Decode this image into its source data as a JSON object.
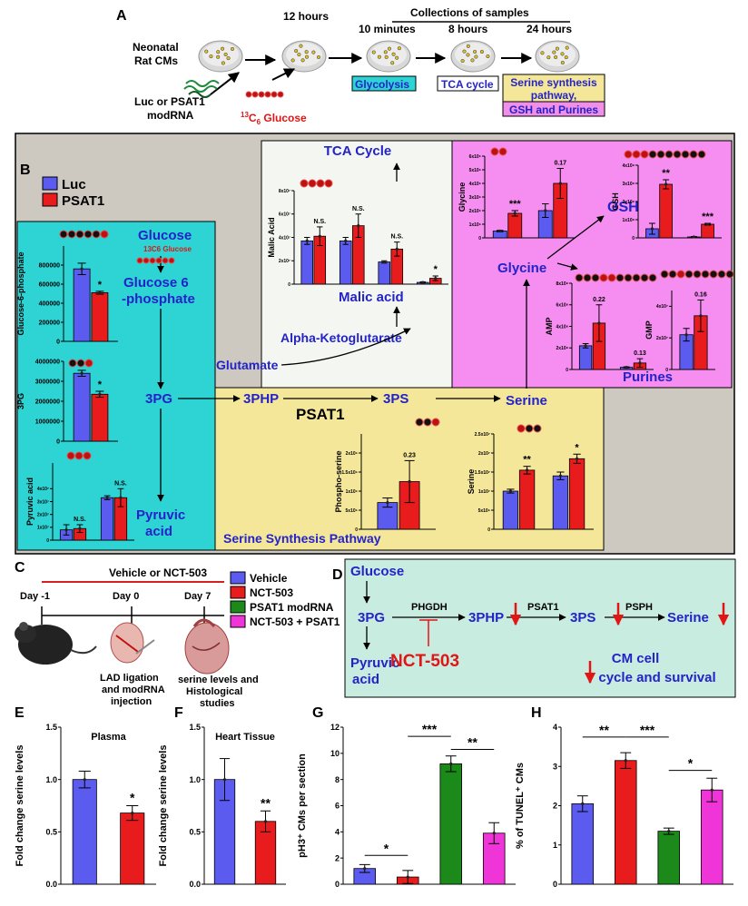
{
  "panelA": {
    "letter": "A",
    "cells": "Neonatal",
    "cells2": "Rat CMs",
    "mod1": "Luc or PSAT1",
    "mod2": "modRNA",
    "t12": "12 hours",
    "glucose": "Glucose",
    "glucose_sup": "13",
    "glucose_sub": "6",
    "glucose_c": "C",
    "collections": "Collections of samples",
    "t10": "10 minutes",
    "t8": "8 hours",
    "t24": "24 hours",
    "box_glycolysis": "Glycolysis",
    "box_tca": "TCA cycle",
    "box_serine1": "Serine synthesis",
    "box_serine2": "pathway,",
    "box_gsh": "GSH and Purines"
  },
  "panelB": {
    "letter": "B",
    "legend": [
      "Luc",
      "PSAT1"
    ],
    "colors": {
      "luc": "#5b5bf0",
      "psat1": "#e81c1c",
      "cyan": "#2ed3d3",
      "yellow": "#f5e79a",
      "pink": "#f58ef0",
      "white": "#f4f6f2",
      "gray": "#cdc8c0"
    },
    "labels": {
      "glucose": "Glucose",
      "c13glucose": "13C6 Glucose",
      "g6p1": "Glucose 6",
      "g6p2": "-phosphate",
      "pg3": "3PG",
      "pyruvic1": "Pyruvic",
      "pyruvic2": "acid",
      "glutamate": "Glutamate",
      "php": "3PHP",
      "psat1": "PSAT1",
      "ps": "3PS",
      "serine": "Serine",
      "ssp": "Serine Synthesis Pathway",
      "tca": "TCA Cycle",
      "malic": "Malic acid",
      "akg": "Alpha-Ketoglutarate",
      "gsh": "GSH",
      "glycine": "Glycine",
      "purines": "Purines"
    }
  },
  "chart_data": [
    {
      "id": "g6p",
      "type": "bar",
      "ylabel": "Glucose-6-phosphate",
      "ylim": [
        0,
        1000000
      ],
      "ticks": [
        "0",
        "200000",
        "400000",
        "600000",
        "800000"
      ],
      "tickvals": [
        0,
        200000,
        400000,
        600000,
        800000
      ],
      "series": [
        {
          "name": "Luc",
          "values": [
            760000
          ]
        },
        {
          "name": "PSAT1",
          "values": [
            510000
          ]
        }
      ],
      "err": [
        [
          60000
        ],
        [
          15000
        ]
      ],
      "annot": [
        "*"
      ]
    },
    {
      "id": "pg3",
      "type": "bar",
      "ylabel": "3PG",
      "ylim": [
        0,
        4000000
      ],
      "ticks": [
        "0",
        "1000000",
        "2000000",
        "3000000",
        "4000000"
      ],
      "tickvals": [
        0,
        1000000,
        2000000,
        3000000,
        4000000
      ],
      "series": [
        {
          "name": "Luc",
          "values": [
            3400000
          ]
        },
        {
          "name": "PSAT1",
          "values": [
            2350000
          ]
        }
      ],
      "err": [
        [
          150000
        ],
        [
          150000
        ]
      ],
      "annot": [
        "*"
      ]
    },
    {
      "id": "pyr",
      "type": "bar",
      "ylabel": "Pyruvic acid",
      "ylim": [
        0,
        6
      ],
      "ticks": [
        "0",
        "1x10⁷",
        "2x10⁷",
        "3x10⁷",
        "4x10⁷"
      ],
      "tickvals": [
        0,
        1,
        2,
        3,
        4
      ],
      "series": [
        {
          "name": "Luc",
          "values": [
            0.8,
            3.3
          ]
        },
        {
          "name": "PSAT1",
          "values": [
            0.9,
            3.3
          ]
        }
      ],
      "err": [
        [
          0.4,
          0.15
        ],
        [
          0.3,
          0.7
        ]
      ],
      "annot": [
        "N.S.",
        "N.S."
      ]
    },
    {
      "id": "malic",
      "type": "bar",
      "ylabel": "Malic Acid",
      "ylim": [
        0,
        8
      ],
      "ticks": [
        "0",
        "2x10⁷",
        "4x10⁷",
        "6x10⁷",
        "8x10⁷"
      ],
      "tickvals": [
        0,
        2,
        4,
        6,
        8
      ],
      "series": [
        {
          "name": "Luc",
          "values": [
            3.7,
            3.7,
            1.9,
            0.15
          ]
        },
        {
          "name": "PSAT1",
          "values": [
            4.1,
            5.0,
            3.0,
            0.5
          ]
        }
      ],
      "err": [
        [
          0.3,
          0.3,
          0.1,
          0.05
        ],
        [
          0.8,
          1.0,
          0.6,
          0.2
        ]
      ],
      "annot": [
        "N.S.",
        "N.S.",
        "N.S.",
        "*"
      ]
    },
    {
      "id": "glycine",
      "type": "bar",
      "ylabel": "Glycine",
      "ylim": [
        0,
        6
      ],
      "ticks": [
        "0",
        "1x10⁶",
        "2x10⁶",
        "3x10⁶",
        "4x10⁶",
        "5x10⁶",
        "6x10⁶"
      ],
      "tickvals": [
        0,
        1,
        2,
        3,
        4,
        5,
        6
      ],
      "series": [
        {
          "name": "Luc",
          "values": [
            0.5,
            2.0
          ]
        },
        {
          "name": "PSAT1",
          "values": [
            1.8,
            4.0
          ]
        }
      ],
      "err": [
        [
          0.05,
          0.5
        ],
        [
          0.2,
          1.1
        ]
      ],
      "annot": [
        "***",
        "0.17"
      ]
    },
    {
      "id": "gsh",
      "type": "bar",
      "ylabel": "GSH",
      "ylim": [
        0,
        4
      ],
      "ticks": [
        "0",
        "1x10⁸",
        "2x10⁸",
        "3x10⁸",
        "4x10⁸"
      ],
      "tickvals": [
        0,
        1,
        2,
        3,
        4
      ],
      "series": [
        {
          "name": "Luc",
          "values": [
            0.5,
            0.05
          ]
        },
        {
          "name": "PSAT1",
          "values": [
            2.95,
            0.75
          ]
        }
      ],
      "err": [
        [
          0.3,
          0.02
        ],
        [
          0.25,
          0.05
        ]
      ],
      "annot": [
        "**",
        "***"
      ]
    },
    {
      "id": "amp",
      "type": "bar",
      "ylabel": "AMP",
      "ylim": [
        0,
        8
      ],
      "ticks": [
        "0",
        "2x10⁸",
        "4x10⁸",
        "6x10⁸",
        "8x10⁸"
      ],
      "tickvals": [
        0,
        2,
        4,
        6,
        8
      ],
      "series": [
        {
          "name": "Luc",
          "values": [
            2.2,
            0.2
          ]
        },
        {
          "name": "PSAT1",
          "values": [
            4.3,
            0.6
          ]
        }
      ],
      "err": [
        [
          0.2,
          0.05
        ],
        [
          1.7,
          0.4
        ]
      ],
      "annot": [
        "0.22",
        "0.13"
      ]
    },
    {
      "id": "gmp",
      "type": "bar",
      "ylabel": "GMP",
      "ylim": [
        0,
        5
      ],
      "ticks": [
        "0",
        "2x10⁷",
        "4x10⁷"
      ],
      "tickvals": [
        0,
        2,
        4
      ],
      "series": [
        {
          "name": "Luc",
          "values": [
            2.2
          ]
        },
        {
          "name": "PSAT1",
          "values": [
            3.4
          ]
        }
      ],
      "err": [
        [
          0.4
        ],
        [
          1.0
        ]
      ],
      "annot": [
        "0.16"
      ]
    },
    {
      "id": "phos",
      "type": "bar",
      "ylabel": "Phospho-serine",
      "ylim": [
        0,
        2.5
      ],
      "ticks": [
        "0",
        "5x10⁵",
        "1x10⁶",
        "1.5x10⁶",
        "2x10⁶"
      ],
      "tickvals": [
        0,
        0.5,
        1.0,
        1.5,
        2.0
      ],
      "series": [
        {
          "name": "Luc",
          "values": [
            0.7
          ]
        },
        {
          "name": "PSAT1",
          "values": [
            1.25
          ]
        }
      ],
      "err": [
        [
          0.12
        ],
        [
          0.55
        ]
      ],
      "annot": [
        "0.23"
      ]
    },
    {
      "id": "serine",
      "type": "bar",
      "ylabel": "Serine",
      "ylim": [
        0,
        2.5
      ],
      "ticks": [
        "0",
        "5x10⁶",
        "1x10⁷",
        "1.5x10⁷",
        "2x10⁷",
        "2.5x10⁷"
      ],
      "tickvals": [
        0,
        0.5,
        1.0,
        1.5,
        2.0,
        2.5
      ],
      "series": [
        {
          "name": "Luc",
          "values": [
            1.0,
            1.4
          ]
        },
        {
          "name": "PSAT1",
          "values": [
            1.55,
            1.85
          ]
        }
      ],
      "err": [
        [
          0.05,
          0.1
        ],
        [
          0.1,
          0.12
        ]
      ],
      "annot": [
        "**",
        "*"
      ]
    },
    {
      "id": "E",
      "type": "bar",
      "title": "Plasma",
      "ylabel": "Fold change serine levels",
      "ylim": [
        0,
        1.5
      ],
      "ticks": [
        "0.0",
        "0.5",
        "1.0",
        "1.5"
      ],
      "tickvals": [
        0,
        0.5,
        1.0,
        1.5
      ],
      "categories": [
        "Vehicle",
        "NCT-503"
      ],
      "values": [
        1.0,
        0.68
      ],
      "err": [
        0.08,
        0.07
      ],
      "annot": [
        "*"
      ]
    },
    {
      "id": "F",
      "type": "bar",
      "title": "Heart Tissue",
      "ylabel": "Fold change serine levels",
      "ylim": [
        0,
        1.5
      ],
      "ticks": [
        "0.0",
        "0.5",
        "1.0",
        "1.5"
      ],
      "tickvals": [
        0,
        0.5,
        1.0,
        1.5
      ],
      "categories": [
        "Vehicle",
        "NCT-503"
      ],
      "values": [
        1.0,
        0.6
      ],
      "err": [
        0.2,
        0.1
      ],
      "annot": [
        "**"
      ]
    },
    {
      "id": "G",
      "type": "bar",
      "ylabel": "pH3⁺ CMs per section",
      "ylim": [
        0,
        12
      ],
      "ticks": [
        "0",
        "2",
        "4",
        "6",
        "8",
        "10",
        "12"
      ],
      "tickvals": [
        0,
        2,
        4,
        6,
        8,
        10,
        12
      ],
      "categories": [
        "Vehicle",
        "NCT-503",
        "PSAT1 modRNA",
        "NCT-503 + PSAT1"
      ],
      "values": [
        1.2,
        0.55,
        9.2,
        3.9
      ],
      "err": [
        0.3,
        0.5,
        0.6,
        0.8
      ],
      "annot": [
        "*",
        "***",
        "**"
      ]
    },
    {
      "id": "H",
      "type": "bar",
      "ylabel": "% of TUNEL⁺ CMs",
      "ylim": [
        0,
        4
      ],
      "ticks": [
        "0",
        "1",
        "2",
        "3",
        "4"
      ],
      "tickvals": [
        0,
        1,
        2,
        3,
        4
      ],
      "categories": [
        "Vehicle",
        "NCT-503",
        "PSAT1 modRNA",
        "NCT-503 + PSAT1"
      ],
      "values": [
        2.05,
        3.15,
        1.35,
        2.4
      ],
      "err": [
        0.2,
        0.2,
        0.08,
        0.3
      ],
      "annot": [
        "**",
        "***",
        "*"
      ]
    }
  ],
  "panelC": {
    "letter": "C",
    "treatment": "Vehicle or NCT-503",
    "days": [
      "Day -1",
      "Day 0",
      "Day 7"
    ],
    "lad1": "LAD ligation",
    "lad2": "and modRNA",
    "lad3": "injection",
    "ser1": "serine levels and",
    "ser2": "Histological",
    "ser3": "studies",
    "legend": [
      "Vehicle",
      "NCT-503",
      "PSAT1 modRNA",
      "NCT-503 + PSAT1"
    ],
    "legend_colors": [
      "#5b5bf0",
      "#e81c1c",
      "#1b8a1b",
      "#f035d8"
    ]
  },
  "panelD": {
    "letter": "D",
    "glucose": "Glucose",
    "pg3": "3PG",
    "phgdh": "PHGDH",
    "php": "3PHP",
    "psat1": "PSAT1",
    "ps": "3PS",
    "psph": "PSPH",
    "serine": "Serine",
    "pyruvic1": "Pyruvic",
    "pyruvic2": "acid",
    "nct": "NCT-503",
    "cm1": "CM cell",
    "cm2": "cycle and survival"
  },
  "letters": {
    "E": "E",
    "F": "F",
    "G": "G",
    "H": "H"
  }
}
